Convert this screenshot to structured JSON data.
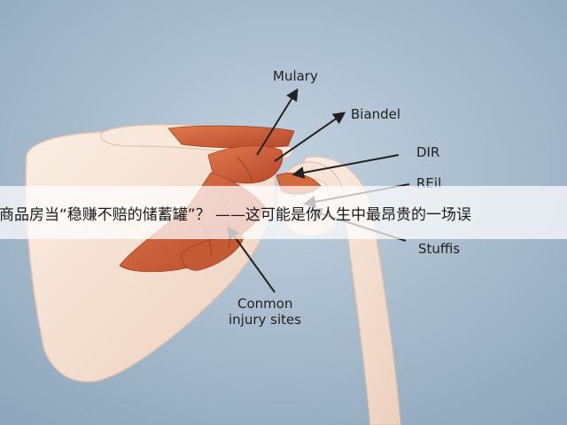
{
  "diagram": {
    "labels": {
      "mulary": "Mulary",
      "biandel": "Biandel",
      "dir": "DIR",
      "reil": "REil",
      "stuffis": "Stuffis",
      "conmon_line1": "Conmon",
      "conmon_line2": "injury sites"
    }
  },
  "banner": {
    "text": "把商品房当“稳赚不赔的储蓄罐”？ ——这可能是你人生中最昂贵的一场误"
  },
  "colors": {
    "background": "#a9bccd",
    "bone": "#f5e2d4",
    "muscle": "#c8552f",
    "arrow": "#222222"
  }
}
